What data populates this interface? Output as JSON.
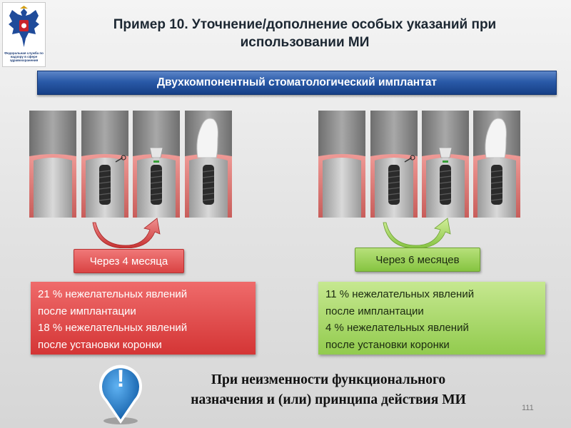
{
  "header": {
    "logo_caption": "Федеральная служба по надзору в сфере здравоохранения",
    "title_line1": "Пример 10. Уточнение/дополнение особых указаний при",
    "title_line2": "использовании МИ"
  },
  "banner": {
    "text": "Двухкомпонентный стоматологический имплантат"
  },
  "left_group": {
    "label": "Через 4 месяца",
    "lines": [
      "21 % нежелательных явлений",
      "после имплантации",
      "18 % нежелательных явлений",
      "после установки коронки"
    ]
  },
  "right_group": {
    "label": "Через 6 месяцев",
    "lines": [
      "11 % нежелательных явлений",
      "после имплантации",
      "4 % нежелательных явлений",
      "после установки коронки"
    ]
  },
  "warning": {
    "icon_glyph": "!",
    "line1": "При неизменности функционального",
    "line2": "назначения и (или) принципа действия МИ"
  },
  "page_number": "111",
  "colors": {
    "banner": "#2a5aa8",
    "red": "#d94343",
    "green": "#86c441",
    "gum": "#e88a86",
    "marker": "#1e78c8"
  }
}
